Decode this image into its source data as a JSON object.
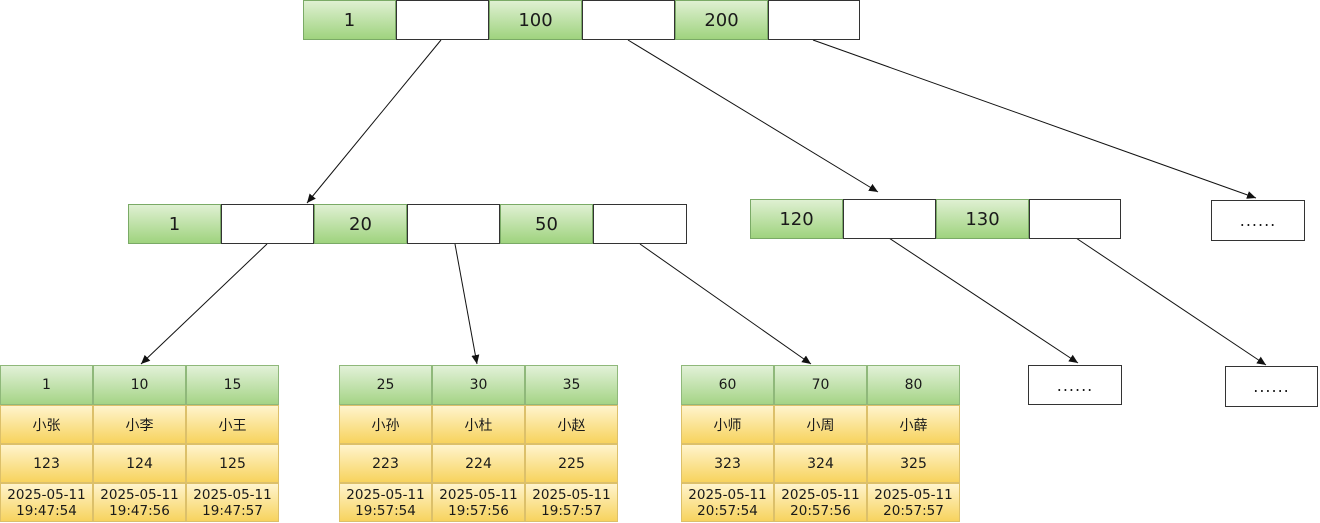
{
  "root": {
    "keys": [
      "1",
      "100",
      "200"
    ]
  },
  "level1": {
    "left": {
      "keys": [
        "1",
        "20",
        "50"
      ]
    },
    "middle": {
      "keys": [
        "120",
        "130"
      ]
    },
    "right": {
      "placeholder": "......"
    }
  },
  "level2_placeholders": [
    "......",
    "......"
  ],
  "leaves": [
    {
      "ids": [
        "1",
        "10",
        "15"
      ],
      "names": [
        "小张",
        "小李",
        "小王"
      ],
      "nums": [
        "123",
        "124",
        "125"
      ],
      "times": [
        "2025-05-11\n19:47:54",
        "2025-05-11\n19:47:56",
        "2025-05-11\n19:47:57"
      ]
    },
    {
      "ids": [
        "25",
        "30",
        "35"
      ],
      "names": [
        "小孙",
        "小杜",
        "小赵"
      ],
      "nums": [
        "223",
        "224",
        "225"
      ],
      "times": [
        "2025-05-11\n19:57:54",
        "2025-05-11\n19:57:56",
        "2025-05-11\n19:57:57"
      ]
    },
    {
      "ids": [
        "60",
        "70",
        "80"
      ],
      "names": [
        "小师",
        "小周",
        "小薛"
      ],
      "nums": [
        "323",
        "324",
        "325"
      ],
      "times": [
        "2025-05-11\n20:57:54",
        "2025-05-11\n20:57:56",
        "2025-05-11\n20:57:57"
      ]
    }
  ]
}
